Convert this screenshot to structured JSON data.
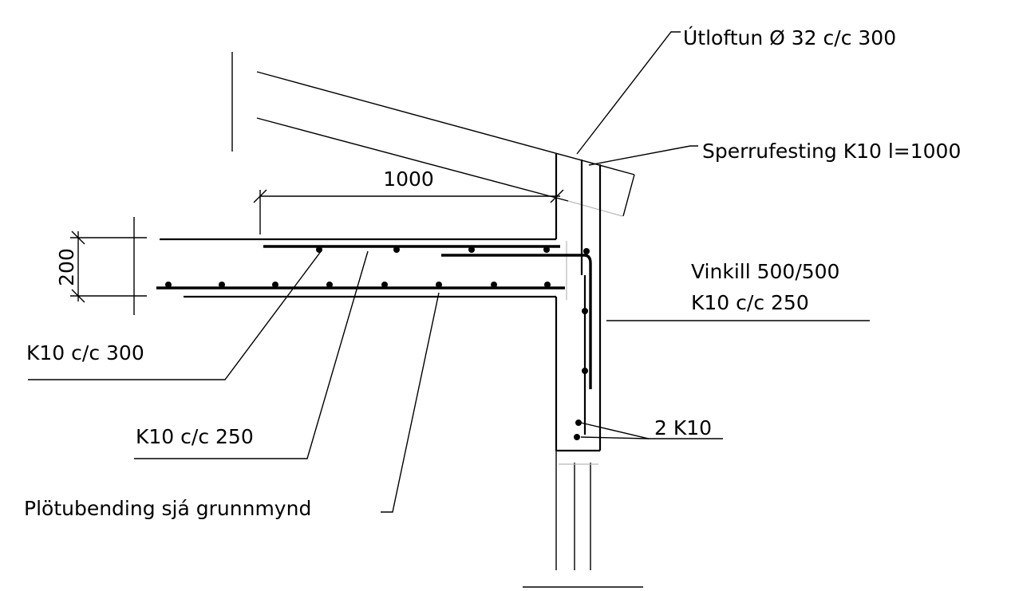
{
  "labels": {
    "venting": "Útloftun Ø 32 c/c 300",
    "rafter_anchor": "Sperrufesting K10 l=1000",
    "angle_bar_line1": "Vinkill 500/500",
    "angle_bar_line2": "K10 c/c 250",
    "top_bars": "K10 c/c 300",
    "bottom_bars": "K10 c/c 250",
    "slab_reinforcement": "Plötubending sjá grunnmynd",
    "edge_bars": "2 K10"
  },
  "dimensions": {
    "overhang_length": "1000",
    "slab_thickness": "200"
  },
  "colors": {
    "ink": "#000000",
    "construction": "#b8b8b8",
    "paper": "#ffffff"
  }
}
